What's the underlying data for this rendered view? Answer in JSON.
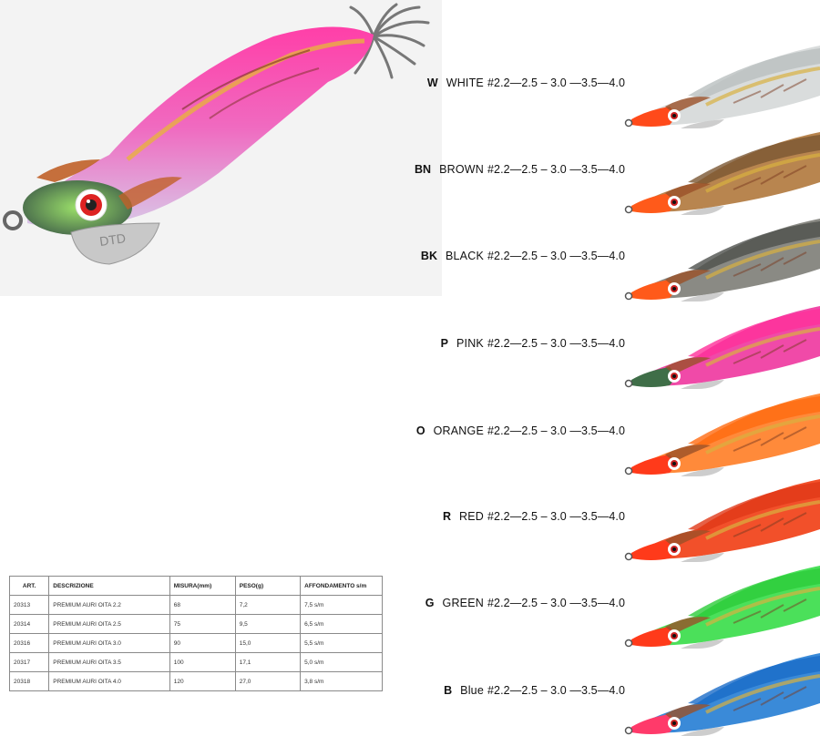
{
  "hero": {
    "brand_mark": "DTD",
    "color": "pink"
  },
  "variants": [
    {
      "code": "W",
      "name": "WHITE",
      "sizes": "#2.2—2.5 – 3.0 —3.5—4.0",
      "body": "#d9dcdc",
      "back": "#b9bfbf",
      "head": "#ff4a1a"
    },
    {
      "code": "BN",
      "name": "BROWN",
      "sizes": "#2.2—2.5 – 3.0 —3.5—4.0",
      "body": "#b8854f",
      "back": "#7a5632",
      "head": "#ff5a1a"
    },
    {
      "code": "BK",
      "name": "BLACK",
      "sizes": "#2.2—2.5 – 3.0 —3.5—4.0",
      "body": "#8a8a84",
      "back": "#4e504c",
      "head": "#ff5a1a"
    },
    {
      "code": "P",
      "name": "PINK",
      "sizes": "#2.2—2.5 – 3.0 —3.5—4.0",
      "body": "#f04aa8",
      "back": "#ff2f9a",
      "head": "#3f6e48"
    },
    {
      "code": "O",
      "name": "ORANGE",
      "sizes": "#2.2—2.5 – 3.0 —3.5—4.0",
      "body": "#ff8a3a",
      "back": "#ff6a10",
      "head": "#ff3a1a"
    },
    {
      "code": "R",
      "name": "RED",
      "sizes": "#2.2—2.5 – 3.0 —3.5—4.0",
      "body": "#f2502a",
      "back": "#e03818",
      "head": "#ff3a1a"
    },
    {
      "code": "G",
      "name": "GREEN",
      "sizes": "#2.2—2.5 – 3.0 —3.5—4.0",
      "body": "#4be05a",
      "back": "#2ccc3a",
      "head": "#ff3a1a"
    },
    {
      "code": "B",
      "name": "Blue",
      "sizes": "#2.2—2.5 – 3.0 —3.5—4.0",
      "body": "#3a8ad8",
      "back": "#1a6cc8",
      "head": "#ff3a6a"
    }
  ],
  "table": {
    "headers": [
      "ART.",
      "DESCRIZIONE",
      "MISURA(mm)",
      "PESO(g)",
      "AFFONDAMENTO s/m"
    ],
    "rows": [
      [
        "20313",
        "PREMIUM AURI OITA  2.2",
        "68",
        "7,2",
        "7,5 s/m"
      ],
      [
        "20314",
        "PREMIUM AURI OITA  2.5",
        "75",
        "9,5",
        "6,5 s/m"
      ],
      [
        "20316",
        "PREMIUM AURI OITA  3.0",
        "90",
        "15,0",
        "5,5 s/m"
      ],
      [
        "20317",
        "PREMIUM AURI OITA  3.5",
        "100",
        "17,1",
        "5,0 s/m"
      ],
      [
        "20318",
        "PREMIUM AURI OITA 4.0",
        "120",
        "27,0",
        "3,8 s/m"
      ]
    ]
  }
}
